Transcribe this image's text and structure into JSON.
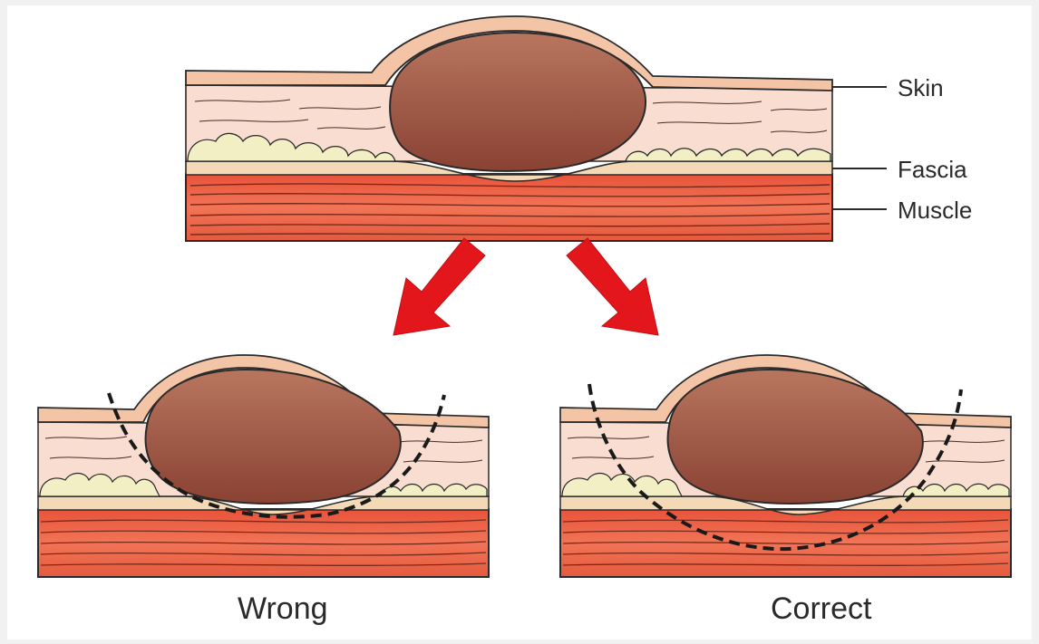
{
  "labels": {
    "skin": "Skin",
    "fascia": "Fascia",
    "muscle": "Muscle"
  },
  "captions": {
    "wrong": "Wrong",
    "correct": "Correct"
  },
  "colors": {
    "skin": "#f4c4a6",
    "dermis": "#f8ddd0",
    "fat": "#f3efc4",
    "fascia": "#f3d9b6",
    "muscle": "#ee6a4e",
    "muscle_dark": "#d8482e",
    "lesion_top": "#b5705b",
    "lesion_bottom": "#8e4536",
    "arrow": "#e3161b",
    "outline": "#2a2a2a"
  }
}
